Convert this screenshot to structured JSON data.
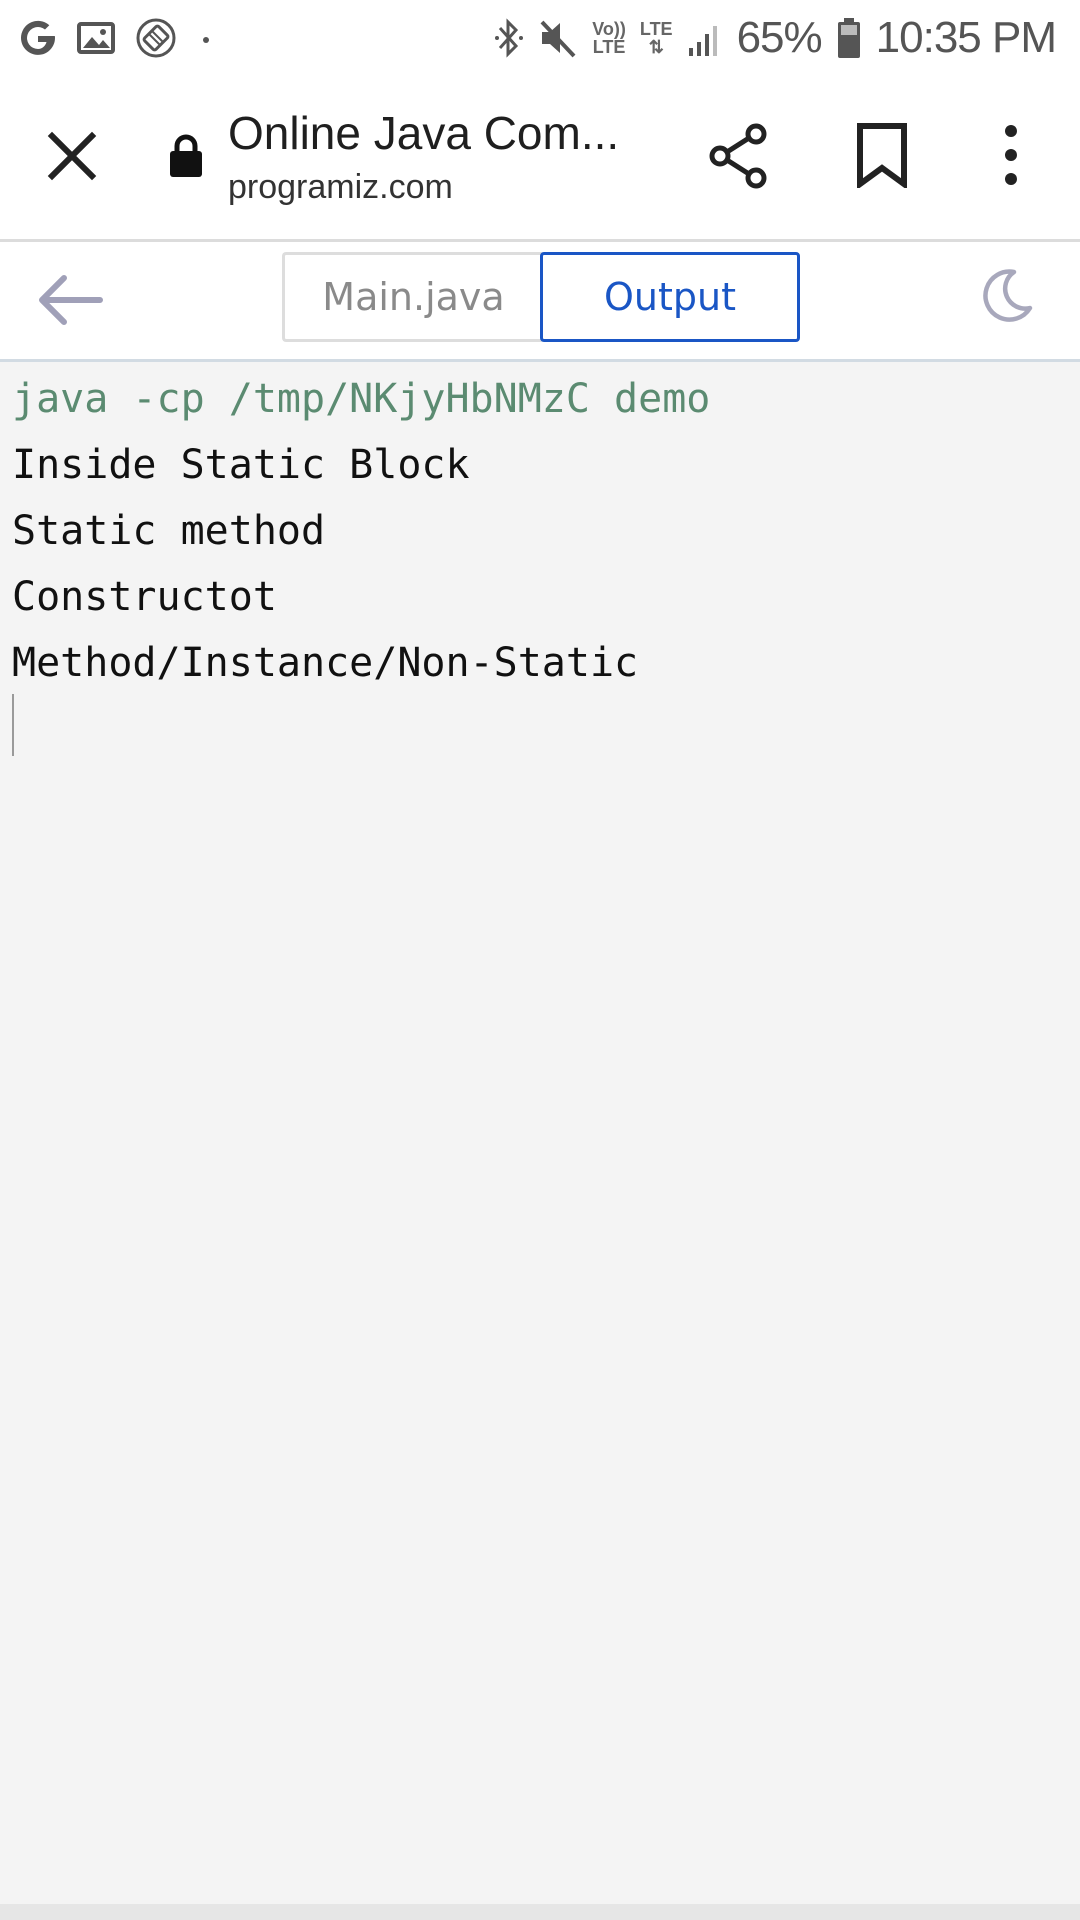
{
  "status_bar": {
    "battery": "65%",
    "time": "10:35 PM",
    "volte_top": "Vo))",
    "volte_bottom": "LTE",
    "lte": "LTE",
    "icons": [
      "google-icon",
      "image-icon",
      "screen-rotate-icon",
      "dot-icon",
      "bluetooth-icon",
      "mute-icon",
      "volte-icon",
      "lte-icon",
      "signal-icon",
      "battery-icon"
    ]
  },
  "browser": {
    "title": "Online Java Com...",
    "url": "programiz.com"
  },
  "editor": {
    "tabs": [
      {
        "label": "Main.java",
        "active": false
      },
      {
        "label": "Output",
        "active": true
      }
    ],
    "accent_color": "#1a56c5"
  },
  "console": {
    "command": "java -cp /tmp/NKjyHbNMzC demo",
    "lines": [
      "Inside Static Block",
      "Static method",
      "Constructot",
      "Method/Instance/Non-Static"
    ],
    "command_color": "#5b8b71"
  }
}
